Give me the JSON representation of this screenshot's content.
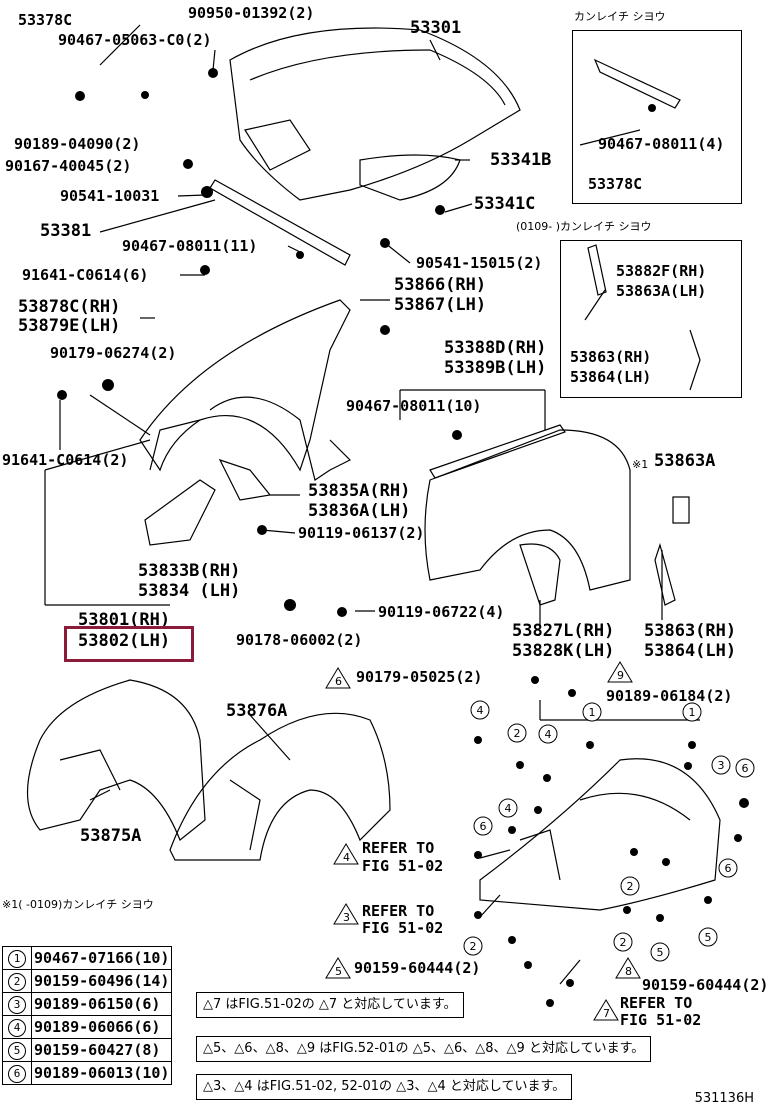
{
  "labels": {
    "p53378c_top": "53378C",
    "p90467_05063": "90467-05063-C0(2)",
    "p90950": "90950-01392(2)",
    "p53301": "53301",
    "p90189_04090": "90189-04090(2)",
    "p90167_40045": "90167-40045(2)",
    "p53341b": "53341B",
    "p90541_10031": "90541-10031",
    "p53341c": "53341C",
    "p53381": "53381",
    "p90467_08011_11": "90467-08011(11)",
    "p90541_15015": "90541-15015(2)",
    "p91641_a": "91641-C0614(6)",
    "p53866": "53866(RH)",
    "p53867": "53867(LH)",
    "p53878c": "53878C(RH)",
    "p53879e": "53879E(LH)",
    "p90179_06274": "90179-06274(2)",
    "p53388d": "53388D(RH)",
    "p53389b": "53389B(LH)",
    "p90467_08011_10": "90467-08011(10)",
    "p91641_b": "91641-C0614(2)",
    "p53863a_r": "53863A",
    "p53835a": "53835A(RH)",
    "p53836a": "53836A(LH)",
    "p90119_06137": "90119-06137(2)",
    "p53833b": "53833B(RH)",
    "p53834": "53834  (LH)",
    "p53801": "53801(RH)",
    "p53802": "53802(LH)",
    "p90119_06722": "90119-06722(4)",
    "p90178_06002": "90178-06002(2)",
    "p53827l": "53827L(RH)",
    "p53828k": "53828K(LH)",
    "p53863_r2": "53863(RH)",
    "p53864_r2": "53864(LH)",
    "p90179_05025": "90179-05025(2)",
    "p90189_06184": "90189-06184(2)",
    "p53876a": "53876A",
    "p53875a": "53875A",
    "refer_a_1": "REFER TO",
    "refer_a_2": "FIG 51-02",
    "refer_b_1": "REFER TO",
    "refer_b_2": "FIG 51-02",
    "refer_c_1": "REFER TO",
    "refer_c_2": "FIG 51-02",
    "p90159_60444_a": "90159-60444(2)",
    "p90159_60444_b": "90159-60444(2)"
  },
  "inset1": {
    "title": "カンレイチ  シヨウ",
    "part_bottom": "53378C",
    "part_bolt": "90467-08011(4)"
  },
  "inset2": {
    "title": "(0109-  )カンレイチ  シヨウ",
    "p1": "53882F(RH)",
    "p2": "53863A(LH)",
    "p3": "53863(RH)",
    "p4": "53864(LH)"
  },
  "star_note": "※1(  -0109)カンレイチ  シヨウ",
  "star_mark": "※1",
  "tri_nums": {
    "t6": "6",
    "t9": "9",
    "t4": "4",
    "t3": "3",
    "t5": "5",
    "t8": "8",
    "t7": "7"
  },
  "legend": [
    {
      "num": "1",
      "part": "90467-07166(10)"
    },
    {
      "num": "2",
      "part": "90159-60496(14)"
    },
    {
      "num": "3",
      "part": "90189-06150(6)"
    },
    {
      "num": "4",
      "part": "90189-06066(6)"
    },
    {
      "num": "5",
      "part": "90159-60427(8)"
    },
    {
      "num": "6",
      "part": "90189-06013(10)"
    }
  ],
  "notes": {
    "n1_num": "7",
    "n1_a": "はFIG.51-02の",
    "n1_num2": "7",
    "n1_b": "と対応しています。",
    "n2_a": "5",
    "n2_b": "6",
    "n2_c": "8",
    "n2_d": "9",
    "n2_text": "はFIG.52-01の",
    "n2_e": "5",
    "n2_f": "6",
    "n2_g": "8",
    "n2_h": "9",
    "n2_tail": "と対応しています。",
    "n3_a": "3",
    "n3_b": "4",
    "n3_text": "はFIG.51-02, 52-01の",
    "n3_c": "3",
    "n3_d": "4",
    "n3_tail": "と対応しています。"
  },
  "diagram_code": "531136H",
  "colors": {
    "highlight": "#8a1c3a"
  }
}
